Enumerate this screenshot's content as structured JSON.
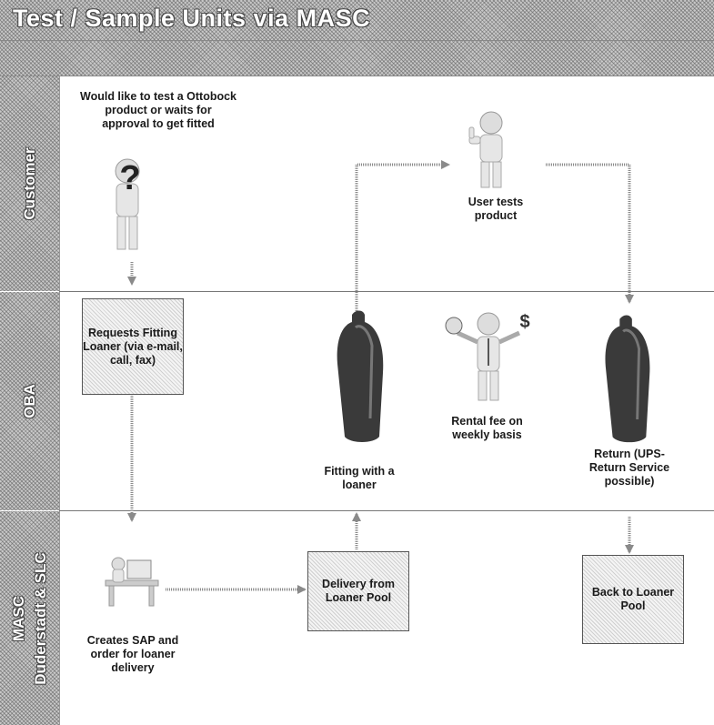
{
  "title": "Test / Sample Units via MASC",
  "lanes": {
    "customer": "Customer",
    "oba": "OBA",
    "masc_line1": "MASC",
    "masc_line2": "Duderstadt & SLC"
  },
  "nodes": {
    "customer_wants_test": "Would like to test a Ottobock product or waits for approval to get fitted",
    "user_tests_product": "User tests product",
    "requests_fitting_loaner": "Requests Fitting Loaner (via e-mail, call, fax)",
    "fitting_with_loaner": "Fitting with a loaner",
    "rental_fee": "Rental fee on weekly basis",
    "return_ups": "Return (UPS-Return Service possible)",
    "creates_sap_order": "Creates SAP and order for loaner delivery",
    "delivery_from_pool": "Delivery from Loaner Pool",
    "back_to_pool": "Back to Loaner Pool"
  },
  "icons": {
    "questioning_person": "question-person-icon",
    "thumbs_up_person": "thumbs-up-person-icon",
    "prosthetic_socket": "prosthetic-socket-icon",
    "money_person": "money-person-icon",
    "computer_desk": "computer-desk-icon"
  },
  "colors": {
    "hatch_gray": "#c9c9c9",
    "arrow_gray": "#8a8a8a",
    "socket_dark": "#3a3a3a"
  }
}
